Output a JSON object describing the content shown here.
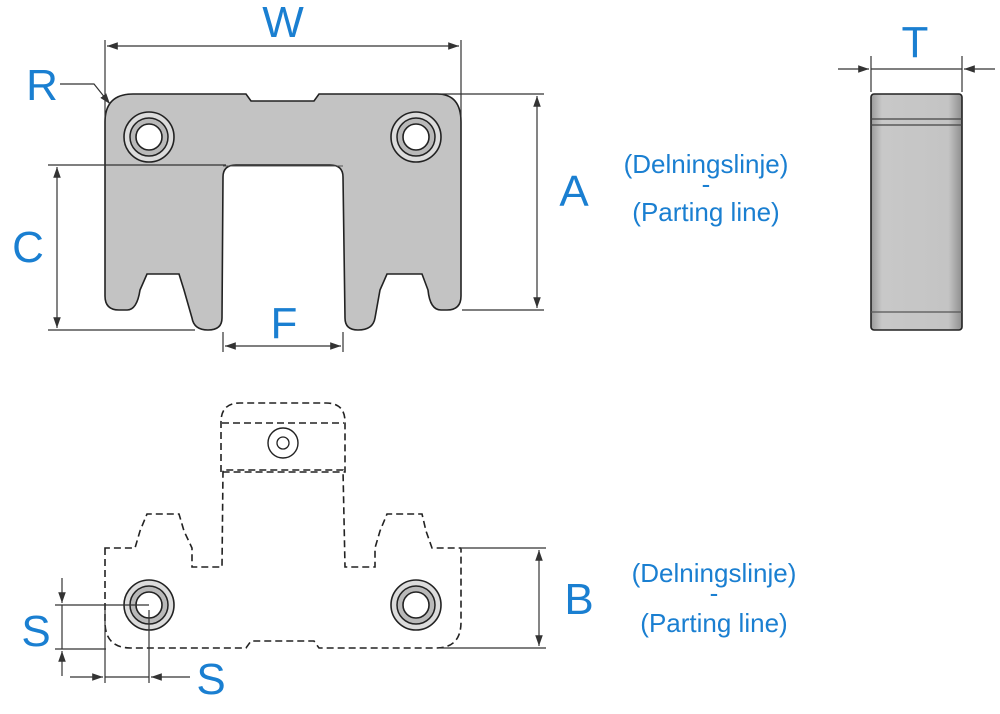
{
  "colors": {
    "label_blue": "#1a7fd1",
    "part_fill": "#c3c3c3",
    "outline": "#222222",
    "dim_line": "#333333"
  },
  "labels": {
    "W": "W",
    "R": "R",
    "C": "C",
    "F": "F",
    "T": "T",
    "A": "A",
    "B": "B",
    "S_vertical": "S",
    "S_horizontal": "S"
  },
  "notes": {
    "a_line1": "(Delningslinje)",
    "a_dash": "-",
    "a_line2": "(Parting line)",
    "b_line1": "(Delningslinje)",
    "b_dash": "-",
    "b_line2": "(Parting line)"
  }
}
